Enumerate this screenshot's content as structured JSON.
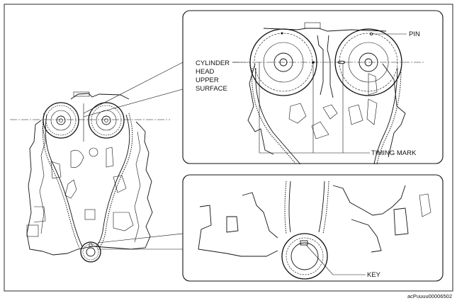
{
  "labels": {
    "cylinder_head": [
      "CYLINDER",
      "HEAD",
      "UPPER",
      "SURFACE"
    ],
    "pin": "PIN",
    "timing_mark": "TIMING MARK",
    "key": "KEY"
  },
  "figure_code": "acPuuuu00006502",
  "colors": {
    "ink": "#111111",
    "background": "#ffffff"
  }
}
